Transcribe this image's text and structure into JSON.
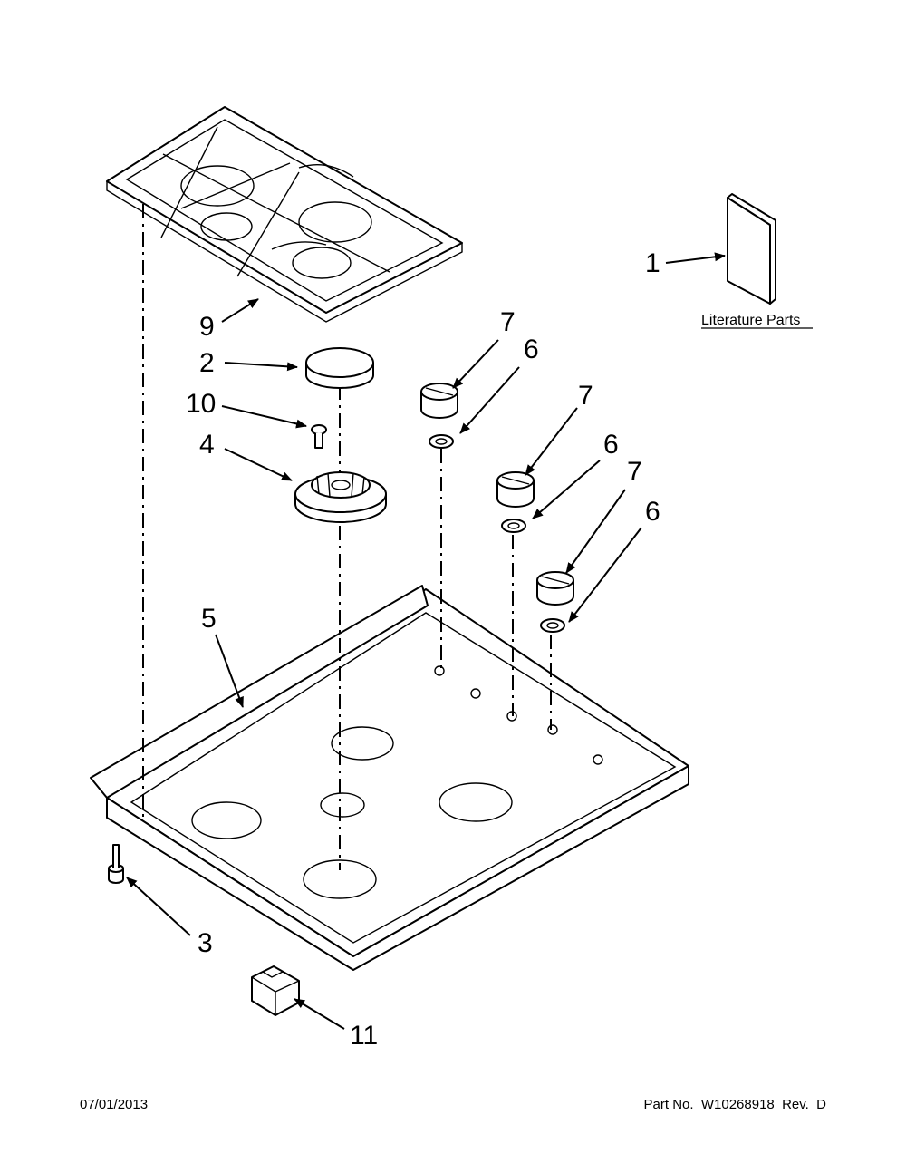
{
  "diagram": {
    "callouts": {
      "c1": "1",
      "c2": "2",
      "c3": "3",
      "c4": "4",
      "c5": "5",
      "c6a": "6",
      "c6b": "6",
      "c6c": "6",
      "c7a": "7",
      "c7b": "7",
      "c7c": "7",
      "c9": "9",
      "c10": "10",
      "c11": "11"
    },
    "literature_label": "Literature Parts"
  },
  "footer": {
    "date": "07/01/2013",
    "part_number": "Part No.  W10268918  Rev.  D"
  }
}
